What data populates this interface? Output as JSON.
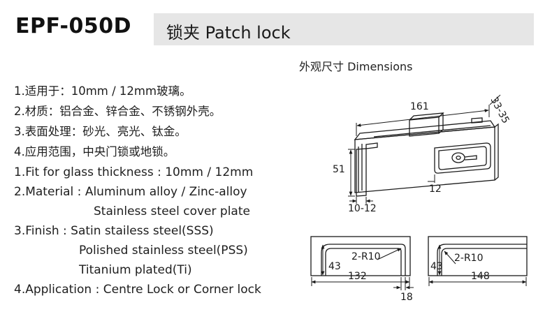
{
  "header": {
    "model": "EPF-050D",
    "title": "锁夹  Patch lock"
  },
  "dimensions_caption": "外观尺寸 Dimensions",
  "specs_cn": [
    "1.适用于：10mm / 12mm玻璃。",
    "2.材质：铝合金、锌合金、不锈钢外壳。",
    "3.表面处理：砂光、亮光、钛金。",
    "4.应用范围，中央门锁或地锁。"
  ],
  "specs_en": [
    "1.Fit for glass thickness : 10mm / 12mm",
    "2.Material : Aluminum alloy / Zinc-alloy",
    "Stainless steel cover plate",
    "3.Finish : Satin stailess steel(SSS)",
    "Polished stainless steel(PSS)",
    "Titanium plated(Ti)",
    "4.Application : Centre Lock or Corner lock"
  ],
  "drawing_labels": {
    "length": "161",
    "depth": "33-35",
    "height": "51",
    "glass": "10-12",
    "offset": "12",
    "profile_a_height": "43",
    "profile_a_radius": "2-R10",
    "profile_a_width": "132",
    "profile_a_gap": "18",
    "profile_b_height": "43",
    "profile_b_radius": "2-R10",
    "profile_b_width": "148"
  }
}
